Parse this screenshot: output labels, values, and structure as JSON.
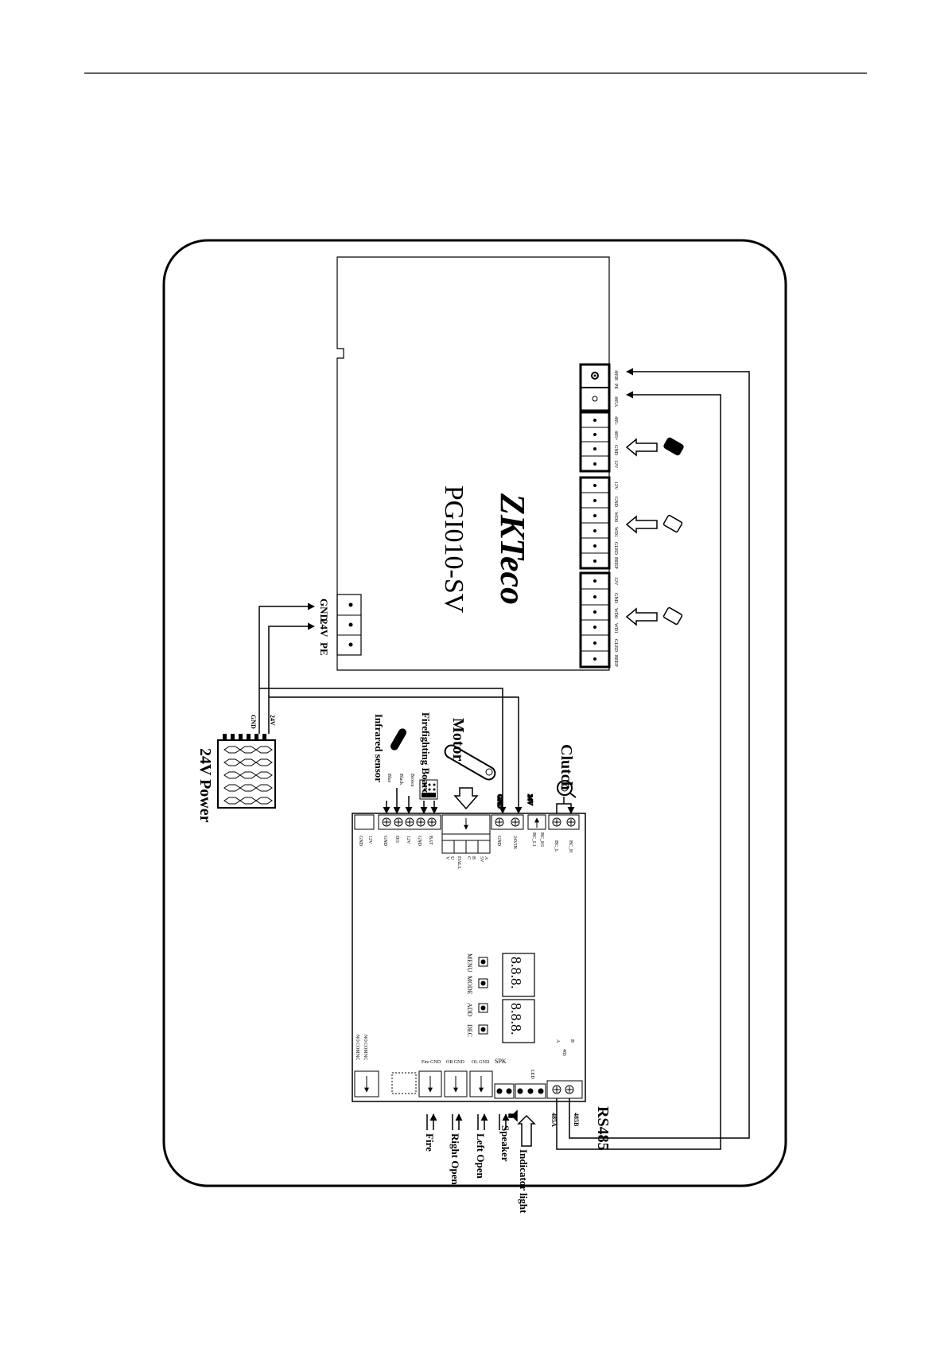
{
  "main_board": {
    "brand": "ZKTeco",
    "model": "PGI010-SV",
    "power_terminals": [
      "GND",
      "24V",
      "PE"
    ],
    "rs485_terminals": [
      "485B",
      "PE",
      "485A"
    ],
    "reader_group_1": [
      "485-",
      "485+",
      "GND",
      "12V"
    ],
    "reader_group_2": [
      "12V",
      "GND",
      "WD0",
      "WD1",
      "GLED",
      "BEEP"
    ],
    "reader_group_3": [
      "12V",
      "GND",
      "WD0",
      "WD1",
      "GLED",
      "BEEP"
    ]
  },
  "power_supply": {
    "label": "24V Power",
    "gnd": "GND",
    "v24": "24V"
  },
  "motor_board": {
    "top_terminals": [
      "GND",
      "12V",
      "GND",
      "DI1",
      "12V",
      "GND",
      "BAT"
    ],
    "motor_pins": [
      "V",
      "U",
      "HALL",
      "C",
      "B",
      "5V",
      "A"
    ],
    "power_pins": [
      "GND",
      "24VIN"
    ],
    "clutch_pins": [
      "BC_L1",
      "BC_H1",
      "BC_L",
      "BC_H"
    ],
    "displays": [
      "8.8.8.",
      "8.8.8."
    ],
    "buttons": [
      "MENU",
      "MODE",
      "ADD",
      "DEC"
    ],
    "relay_pins": [
      "NO",
      "COM",
      "NC"
    ],
    "bottom_groups": [
      "Fire GND",
      "OR GND",
      "OL GND",
      "SPK",
      "LED"
    ],
    "rs485_pins": [
      "B",
      "A",
      "485"
    ],
    "wire_colors": [
      "Blue",
      "Black",
      "Brown"
    ]
  },
  "labels": {
    "motor": "Motor",
    "firefighting": "Firefighting Board",
    "infrared": "Infrared sensor",
    "clutch": "Clutch",
    "gnd": "GND",
    "v24": "24V",
    "fire": "Fire",
    "right_open": "Right Open",
    "left_open": "Left Open",
    "speaker": "Speaker",
    "indicator": "Indicator light",
    "rs485": "RS485",
    "w485a": "485A",
    "w485b": "485B"
  }
}
